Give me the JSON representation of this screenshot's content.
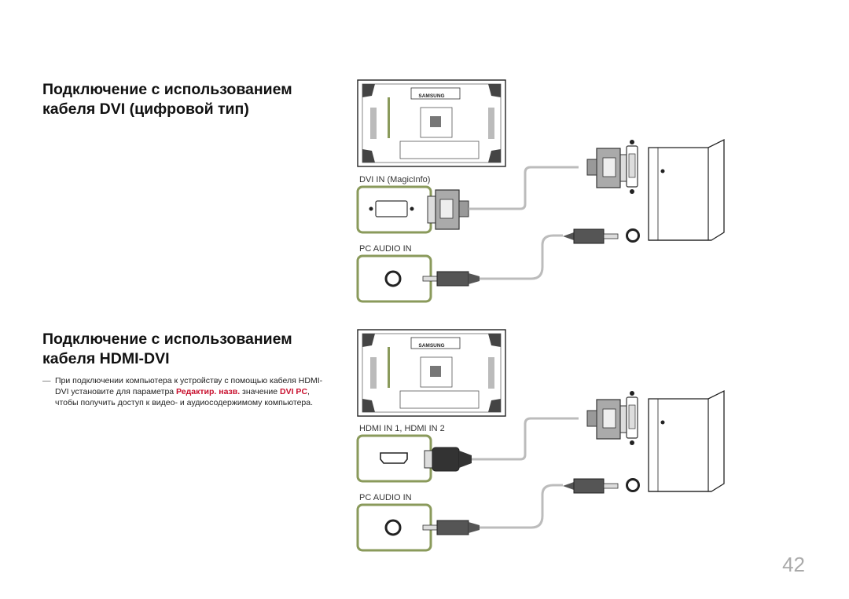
{
  "sections": [
    {
      "title_line1": "Подключение с использованием",
      "title_line2": "кабеля DVI (цифровой тип)"
    },
    {
      "title_line1": "Подключение с использованием",
      "title_line2": "кабеля HDMI-DVI"
    }
  ],
  "note": {
    "dash": "―",
    "part1": "При подключении компьютера к устройству с помощью кабеля HDMI-DVI установите для параметра ",
    "highlight1": "Редактир. назв.",
    "part2": " значение ",
    "highlight2": "DVI PC",
    "part3": ", чтобы получить доступ к видео- и аудиосодержимому компьютера."
  },
  "diagram1": {
    "brand": "SAMSUNG",
    "port1_label": "DVI IN (MagicInfo)",
    "port2_label": "PC AUDIO IN"
  },
  "diagram2": {
    "brand": "SAMSUNG",
    "port1_label": "HDMI IN 1, HDMI IN 2",
    "port2_label": "PC AUDIO IN"
  },
  "page_number": "42",
  "colors": {
    "highlight": "#c8102e",
    "port_frame": "#8a9a5b",
    "cable": "#b9b9b9"
  }
}
